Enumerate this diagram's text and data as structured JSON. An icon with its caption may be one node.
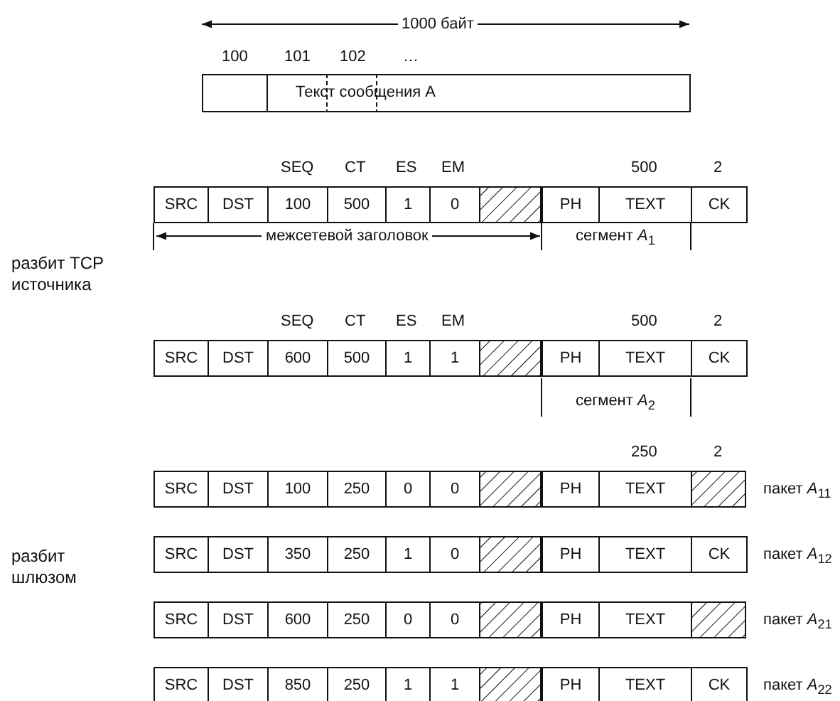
{
  "diagram": {
    "labels": [
      "1000 байт",
      "100",
      "101",
      "102",
      "…",
      "Текст сообщения A",
      "SEQ",
      "CT",
      "ES",
      "EM",
      "500",
      "2",
      "SRC",
      "DST",
      "100",
      "500",
      "1",
      "0",
      "PH",
      "TEXT",
      "CK",
      "межсетевой заголовок",
      "сегмент *A*$_{1}$",
      "разбит TCP источника",
      "SEQ",
      "CT",
      "ES",
      "EM",
      "500",
      "2",
      "SRC",
      "DST",
      "600",
      "500",
      "1",
      "1",
      "PH",
      "TEXT",
      "CK",
      "сегмент *A*$_{2}$",
      "250",
      "2",
      "SRC",
      "DST",
      "100",
      "250",
      "0",
      "0",
      "PH",
      "TEXT",
      "пакет *A*$_{11}$",
      "SRC",
      "DST",
      "350",
      "250",
      "1",
      "0",
      "PH",
      "TEXT",
      "CK",
      "пакет *A*$_{12}$",
      "разбит шлюзом",
      "SRC",
      "DST",
      "600",
      "250",
      "0",
      "0",
      "PH",
      "TEXT",
      "пакет *A*$_{21}$",
      "SRC",
      "DST",
      "850",
      "250",
      "1",
      "1",
      "PH",
      "TEXT",
      "CK",
      "пакет *A*$_{22}$"
    ]
  }
}
